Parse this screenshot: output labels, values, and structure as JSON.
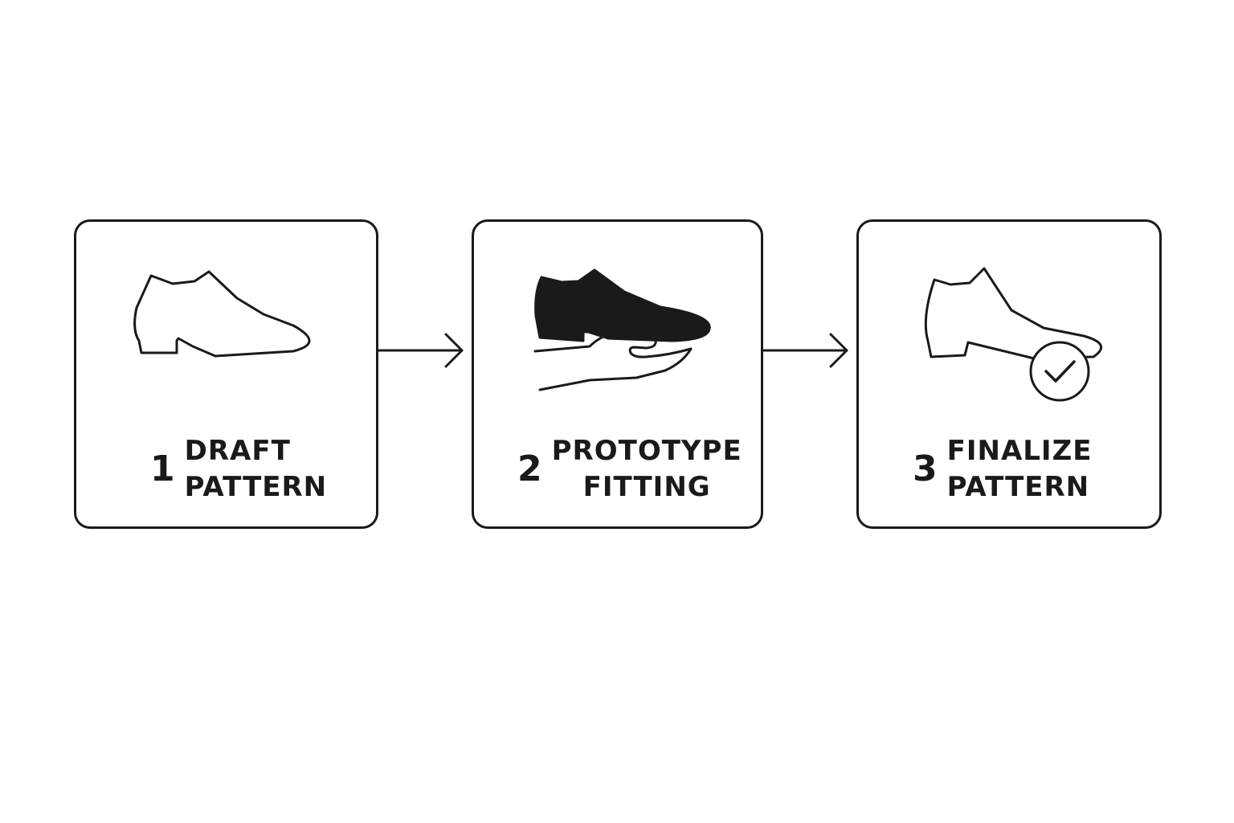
{
  "steps": [
    {
      "number": "1",
      "title_lines": [
        "DRAFT",
        "PATTERN"
      ],
      "icon": "shoe-outline-icon"
    },
    {
      "number": "2",
      "title_lines": [
        "PROTOTYPE",
        "FITTING"
      ],
      "icon": "shoe-on-hand-icon"
    },
    {
      "number": "3",
      "title_lines": [
        "FINALIZE",
        "PATTERN"
      ],
      "icon": "shoe-check-icon"
    }
  ],
  "connectors": [
    "arrow-right-icon",
    "arrow-right-icon"
  ],
  "colors": {
    "stroke": "#1a1a1a",
    "background": "#ffffff"
  }
}
